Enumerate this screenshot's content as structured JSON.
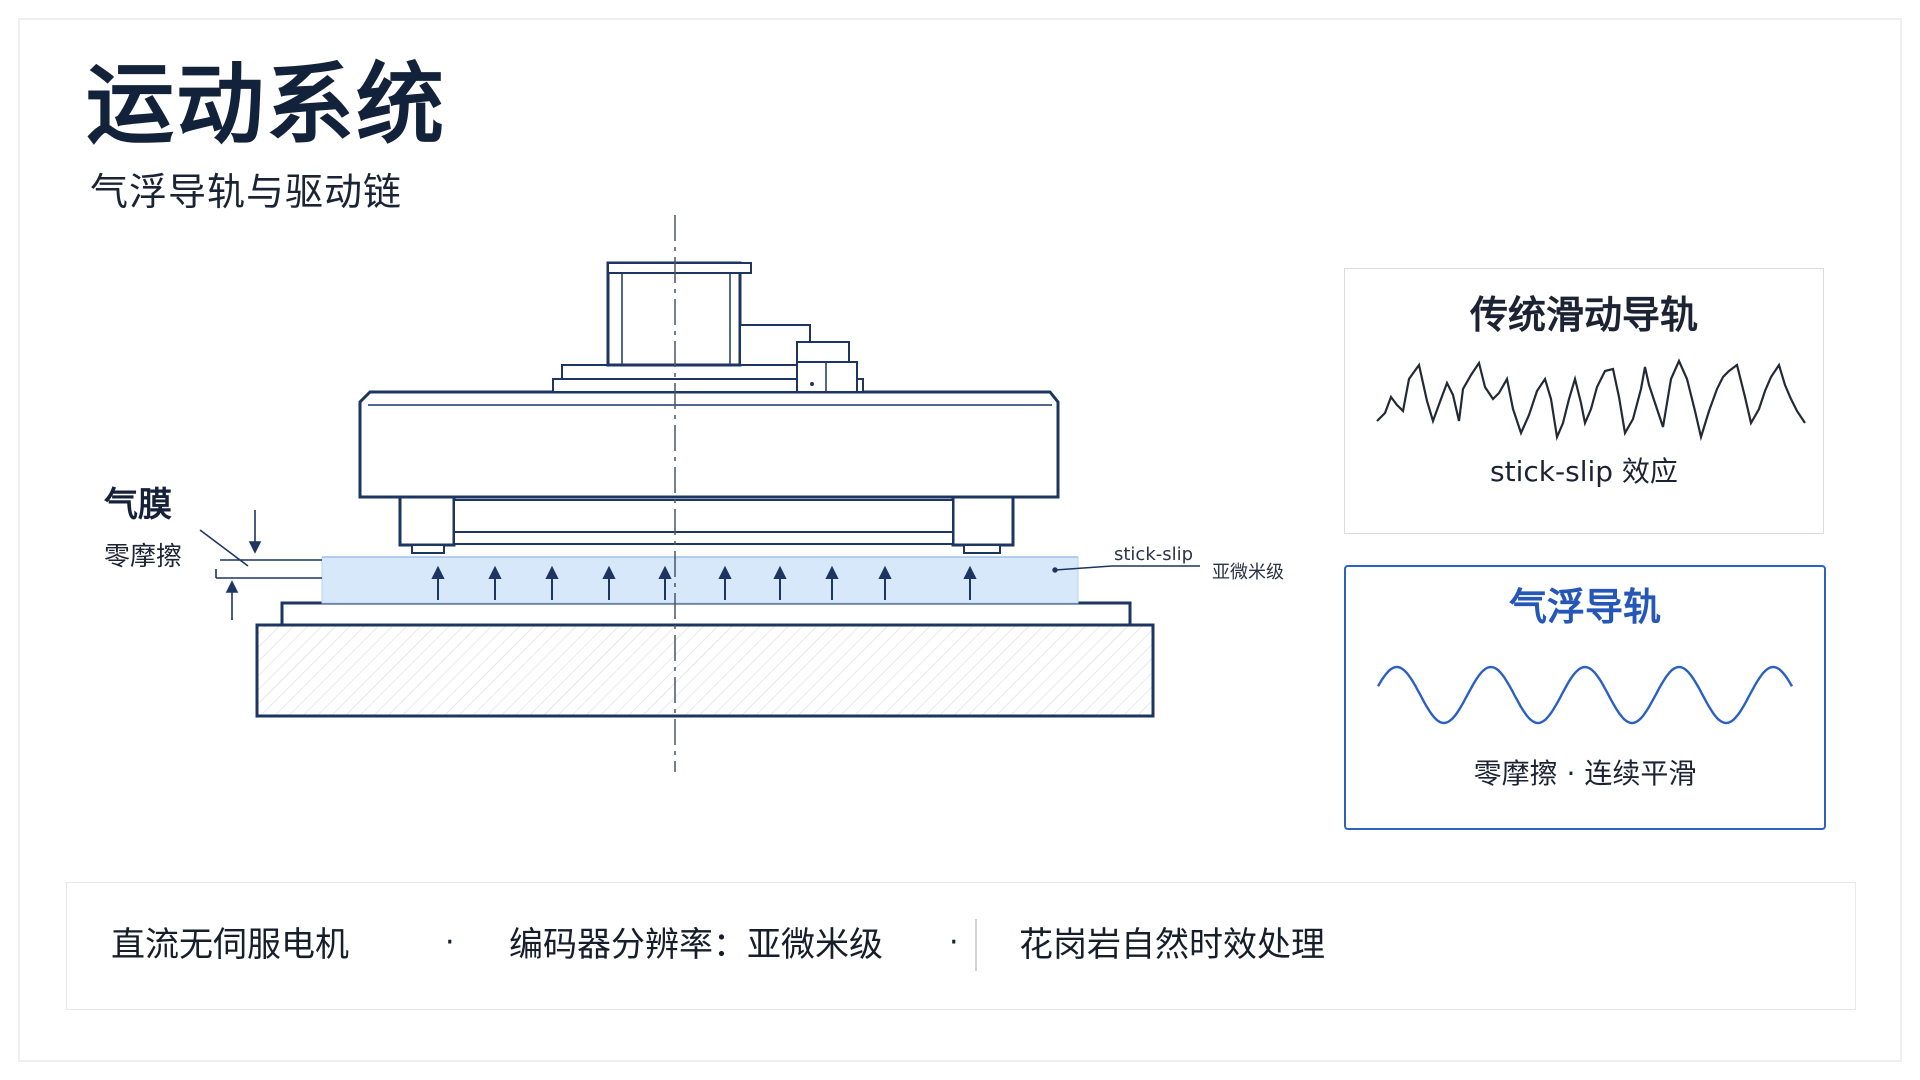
{
  "header": {
    "title": "运动系统",
    "subtitle": "气浮导轨与驱动链"
  },
  "diagram": {
    "air_film_label": "气膜",
    "zero_friction_label": "零摩擦",
    "stick_slip_label": "stick-slip",
    "submicron_label": "亚微米级"
  },
  "comparison": {
    "traditional": {
      "title": "传统滑动导轨",
      "caption": "stick-slip 效应"
    },
    "air_bearing": {
      "title": "气浮导轨",
      "caption": "零摩擦 · 连续平滑"
    }
  },
  "features": {
    "items": [
      "直流无伺服电机",
      "编码器分辨率：亚微米级",
      "花岗岩自然时效处理"
    ],
    "separator": "·"
  },
  "colors": {
    "navy": "#13223b",
    "accent_blue": "#2457b8",
    "air_film": "#d7e8fb",
    "line": "#1d3561"
  }
}
